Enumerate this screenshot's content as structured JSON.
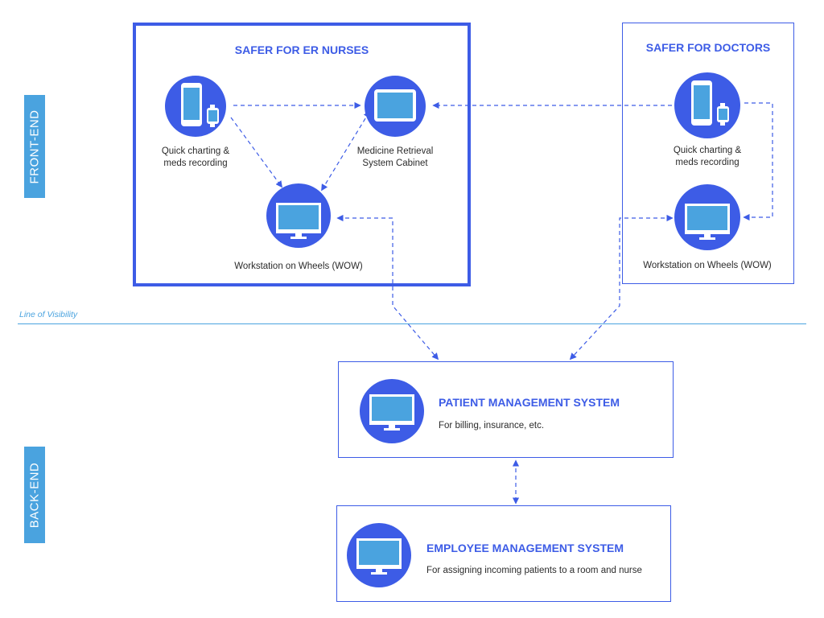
{
  "side_labels": {
    "front_end": "FRONT-END",
    "back_end": "BACK-END"
  },
  "line_of_visibility": "Line of Visibility",
  "nurses_panel": {
    "title": "SAFER FOR ER NURSES",
    "phone_caption_1": "Quick charting &",
    "phone_caption_2": "meds recording",
    "cabinet_caption_1": "Medicine Retrieval",
    "cabinet_caption_2": "System Cabinet",
    "wow_caption": "Workstation on Wheels (WOW)"
  },
  "doctors_panel": {
    "title": "SAFER FOR DOCTORS",
    "phone_caption_1": "Quick charting &",
    "phone_caption_2": "meds recording",
    "wow_caption": "Workstation on Wheels (WOW)"
  },
  "patient_system": {
    "title": "PATIENT MANAGEMENT SYSTEM",
    "description": "For billing, insurance, etc."
  },
  "employee_system": {
    "title": "EMPLOYEE MANAGEMENT SYSTEM",
    "description": "For assigning incoming patients to a room and nurse"
  },
  "colors": {
    "primary": "#3d5ce6",
    "screen": "#4aa3df",
    "tag": "#4aa3df",
    "text": "#2b2b2b"
  },
  "icons": [
    "smartphone-icon",
    "smartwatch-icon",
    "tablet-icon",
    "monitor-icon"
  ]
}
